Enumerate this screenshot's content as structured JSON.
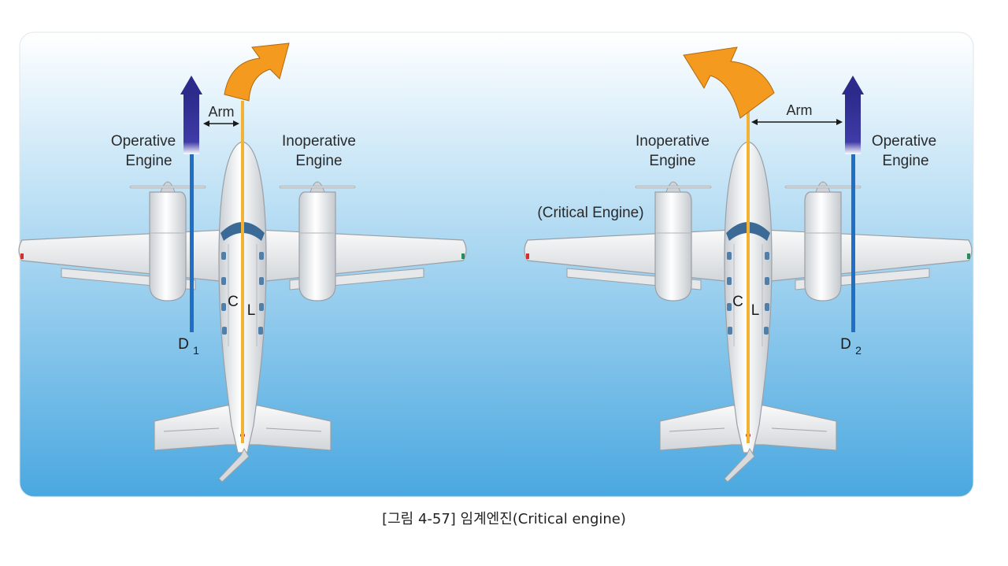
{
  "left": {
    "operative": [
      "Operative",
      "Engine"
    ],
    "inoperative": [
      "Inoperative",
      "Engine"
    ],
    "arm": "Arm",
    "centerline": [
      "C",
      "L"
    ],
    "drag": [
      "D",
      "1"
    ]
  },
  "right": {
    "operative": [
      "Operative",
      "Engine"
    ],
    "inoperative": [
      "Inoperative",
      "Engine"
    ],
    "critical": "(Critical Engine)",
    "arm": "Arm",
    "centerline": [
      "C",
      "L"
    ],
    "drag": [
      "D",
      "2"
    ]
  },
  "caption": "[그림 4-57] 임계엔진(Critical engine)",
  "colors": {
    "sky_top": "#ffffff",
    "sky_bottom": "#4aa8e0",
    "yaw_arrow": "#f39a1f",
    "thrust_arrow": "#2c2a8a",
    "drag_line": "#1f6fc6",
    "centerline": "#f2b233"
  }
}
